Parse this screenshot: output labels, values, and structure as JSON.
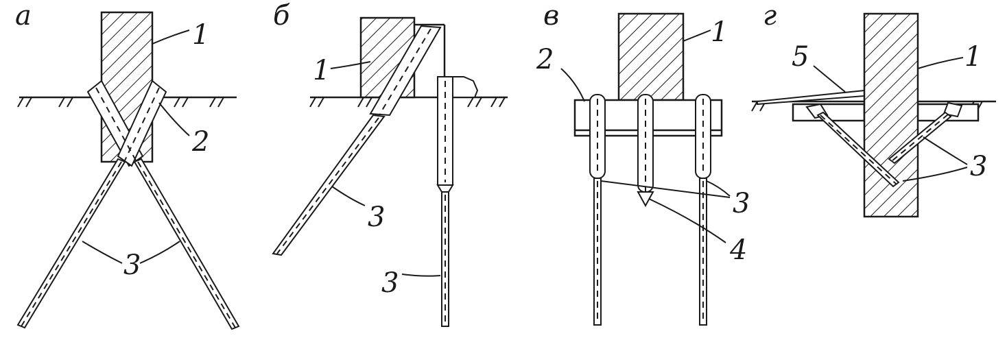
{
  "panels": [
    {
      "letter": "а",
      "numbers": [
        "1",
        "2",
        "3"
      ]
    },
    {
      "letter": "б",
      "numbers": [
        "1",
        "3",
        "3"
      ]
    },
    {
      "letter": "в",
      "numbers": [
        "1",
        "2",
        "3",
        "4"
      ]
    },
    {
      "letter": "г",
      "numbers": [
        "5",
        "1",
        "3"
      ]
    }
  ]
}
